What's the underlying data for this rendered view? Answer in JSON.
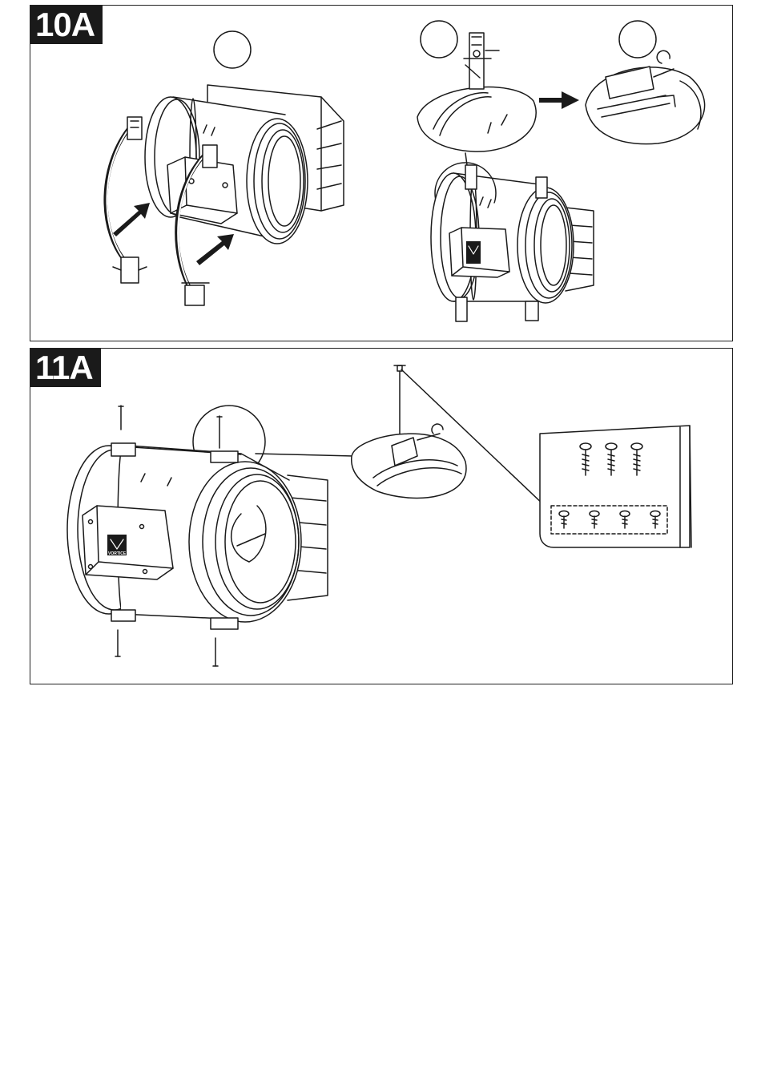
{
  "figures": [
    {
      "id": "10A",
      "label": "10A"
    },
    {
      "id": "11A",
      "label": "11A"
    }
  ],
  "brand": {
    "logo_text": "VORTICE"
  },
  "colors": {
    "ink": "#1a1a1a",
    "paper": "#ffffff"
  },
  "icons": [
    "arrow-icon",
    "screw-icon",
    "clamp-icon",
    "fan-icon",
    "callout-circle-icon"
  ]
}
